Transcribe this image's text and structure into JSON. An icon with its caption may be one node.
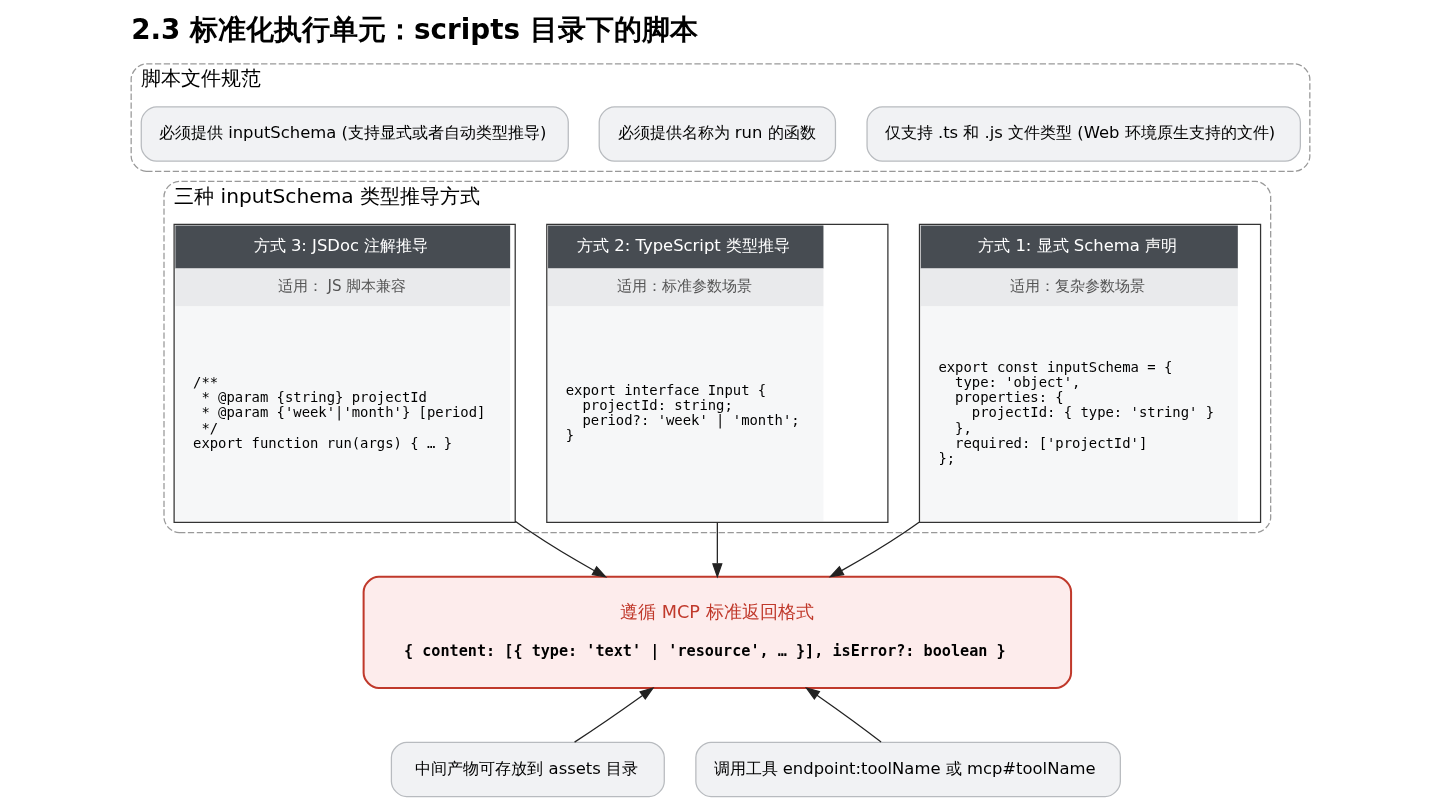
{
  "diagram": {
    "title": "2.3 标准化执行单元：scripts 目录下的脚本",
    "nodes": [
      {
        "text": [
          "脚本文件规范"
        ]
      },
      {
        "text": [
          "仅支持 .ts 和 .js 文件类型 (Web 环境原生支持的文件)"
        ],
        "in": 0
      },
      {
        "text": [
          "必须提供名称为 run 的函数"
        ],
        "in": 0
      },
      {
        "text": [
          "必须提供 inputSchema (支持显式或者自动类型推导)"
        ],
        "in": 0
      },
      {
        "text": [
          "三种 inputSchema 类型推导方式"
        ]
      },
      {
        "text": [
          "方式 1: 显式 Schema 声明",
          "适用：复杂参数场景",
          "export const inputSchema = {",
          "  type: 'object',",
          "  properties: {",
          "    projectId: { type: 'string' }",
          "  },",
          "  required: ['projectId']",
          "};"
        ],
        "in": 4
      },
      {
        "text": [
          "方式 2: TypeScript 类型推导",
          "适用：标准参数场景",
          "export interface Input {",
          "  projectId: string;",
          "  period?: 'week' | 'month';",
          "}"
        ],
        "in": 4
      },
      {
        "text": [
          "方式 3: JSDoc 注解推导",
          "适用： JS 脚本兼容",
          "/**",
          " * @param {string} projectId",
          " * @param {'week'|'month'} [period]",
          " */",
          "export function run(args) { … }"
        ],
        "in": 4
      },
      {
        "text": [
          "遵循 MCP 标准返回格式",
          "{ content: [{ type: 'text' | 'resource', … }], isError?: boolean }"
        ]
      },
      {
        "text": [
          "中间产物可存放到 assets 目录"
        ]
      },
      {
        "text": [
          "调用工具 endpoint:toolName 或 mcp#toolName"
        ]
      }
    ],
    "edges": [
      {
        "from": 5,
        "to": 8,
        "arrow": "to"
      },
      {
        "from": 6,
        "to": 8,
        "arrow": "to"
      },
      {
        "from": 7,
        "to": 8,
        "arrow": "to"
      },
      {
        "from": 9,
        "to": 8,
        "arrow": "to"
      },
      {
        "from": 10,
        "to": 8,
        "arrow": "to"
      }
    ]
  }
}
